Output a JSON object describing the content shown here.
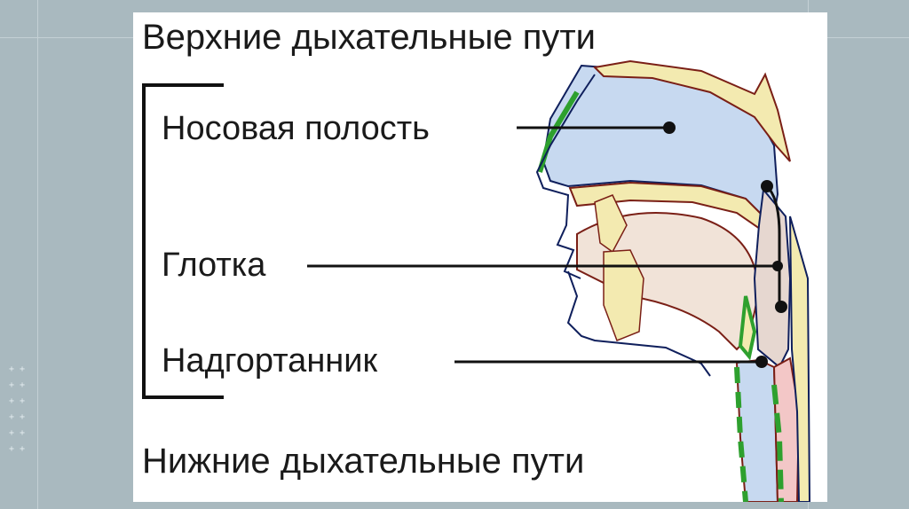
{
  "diagram": {
    "title_upper": "Верхние дыхательные пути",
    "title_lower": "Нижние дыхательные пути",
    "labels": {
      "nasal_cavity": "Носовая полость",
      "pharynx": "Глотка",
      "epiglottis": "Надгортанник"
    }
  },
  "decoration": {
    "plus_marks": "+ +\n+ +\n+ +\n+ +\n+ +\n+ +"
  },
  "colors": {
    "background": "#a9b9bf",
    "airway": "#c7d9f0",
    "bone": "#f3eab0",
    "tissue": "#f1e3d8",
    "mucosa": "#2ea02e",
    "outline": "#0f1f5c",
    "wall": "#7a1f16"
  }
}
